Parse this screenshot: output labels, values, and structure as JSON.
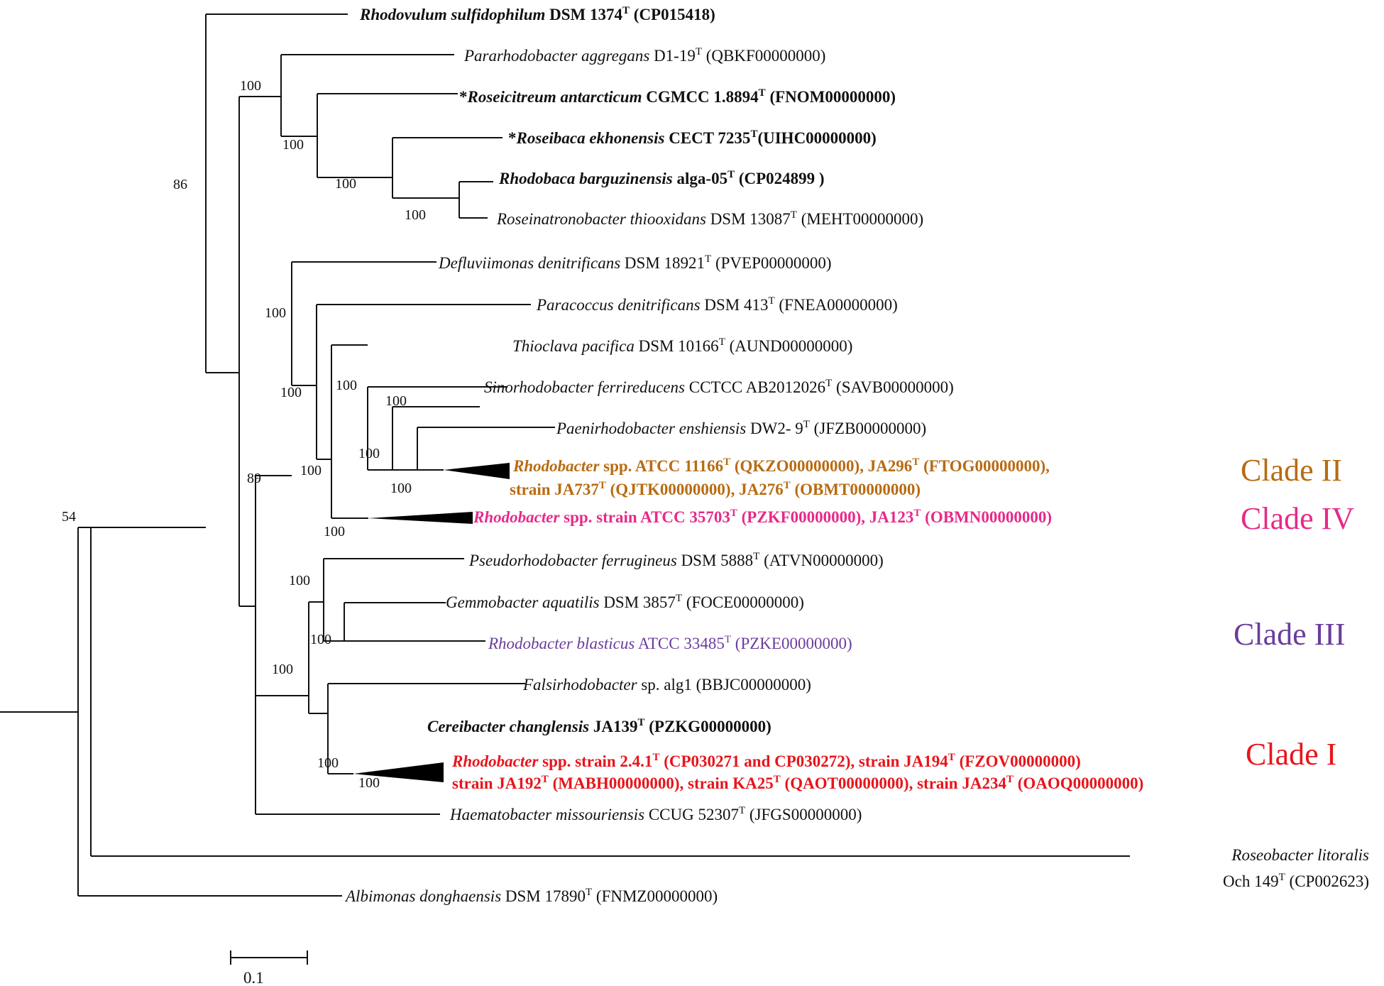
{
  "colors": {
    "line": "#111111",
    "text": "#111111",
    "clade_I": "#e8141b",
    "clade_II": "#b86b12",
    "clade_III": "#6a3c9c",
    "clade_IV": "#e62a8a"
  },
  "taxa": [
    {
      "id": "rsul",
      "parts": [
        {
          "t": "Rhodovulum sulfidophilum",
          "i": 1,
          "b": 1
        },
        {
          "t": " DSM  1374",
          "b": 1
        },
        {
          "t": "T",
          "sup": 1,
          "b": 1
        },
        {
          "t": "  (CP015418)",
          "b": 1
        }
      ]
    },
    {
      "id": "pagg",
      "parts": [
        {
          "t": "Pararhodobacter aggregans",
          "i": 1
        },
        {
          "t": " D1-19"
        },
        {
          "t": "T",
          "sup": 1
        },
        {
          "t": "  (QBKF00000000)"
        }
      ]
    },
    {
      "id": "rcit",
      "parts": [
        {
          "t": "*",
          "b": 1
        },
        {
          "t": "Roseicitreum antarcticum",
          "i": 1,
          "b": 1
        },
        {
          "t": " CGMCC  1.8894",
          "b": 1
        },
        {
          "t": "T",
          "sup": 1,
          "b": 1
        },
        {
          "t": " (FNOM00000000)",
          "b": 1
        }
      ]
    },
    {
      "id": "rekh",
      "parts": [
        {
          "t": "*",
          "b": 1
        },
        {
          "t": "Roseibaca ekhonensis",
          "i": 1,
          "b": 1
        },
        {
          "t": " CECT  7235",
          "b": 1
        },
        {
          "t": "T",
          "sup": 1,
          "b": 1
        },
        {
          "t": "(UIHC00000000)",
          "b": 1
        }
      ]
    },
    {
      "id": "rbar",
      "parts": [
        {
          "t": "Rhodobaca barguzinensis",
          "i": 1,
          "b": 1
        },
        {
          "t": " alga-05",
          "b": 1
        },
        {
          "t": "T",
          "sup": 1,
          "b": 1
        },
        {
          "t": "  (CP024899 )",
          "b": 1
        }
      ]
    },
    {
      "id": "rthi",
      "parts": [
        {
          "t": "Roseinatronobacter thiooxidans",
          "i": 1
        },
        {
          "t": " DSM 13087"
        },
        {
          "t": "T",
          "sup": 1
        },
        {
          "t": "  (MEHT00000000)"
        }
      ]
    },
    {
      "id": "dden",
      "parts": [
        {
          "t": "Defluviimonas denitrificans",
          "i": 1
        },
        {
          "t": " DSM  18921"
        },
        {
          "t": "T",
          "sup": 1
        },
        {
          "t": "  (PVEP00000000)"
        }
      ]
    },
    {
      "id": "pden",
      "parts": [
        {
          "t": "Paracoccus denitrificans",
          "i": 1
        },
        {
          "t": " DSM  413"
        },
        {
          "t": "T",
          "sup": 1
        },
        {
          "t": "  (FNEA00000000)"
        }
      ]
    },
    {
      "id": "tpac",
      "parts": [
        {
          "t": "Thioclava pacifica",
          "i": 1
        },
        {
          "t": " DSM  10166"
        },
        {
          "t": "T",
          "sup": 1
        },
        {
          "t": "  (AUND00000000)"
        }
      ]
    },
    {
      "id": "sfer",
      "parts": [
        {
          "t": "Sinorhodobacter ferrireducens",
          "i": 1
        },
        {
          "t": " CCTCC   AB2012026"
        },
        {
          "t": "T",
          "sup": 1
        },
        {
          "t": "  (SAVB00000000)"
        }
      ]
    },
    {
      "id": "pens",
      "parts": [
        {
          "t": "Paenirhodobacter enshiensis",
          "i": 1
        },
        {
          "t": " DW2- 9"
        },
        {
          "t": "T",
          "sup": 1
        },
        {
          "t": "  (JFZB00000000)"
        }
      ]
    },
    {
      "id": "c2a",
      "color": "clade_II",
      "parts": [
        {
          "t": "Rhodobacter",
          "i": 1,
          "b": 1
        },
        {
          "t": " spp.  ATCC  11166",
          "b": 1
        },
        {
          "t": "T",
          "sup": 1,
          "b": 1
        },
        {
          "t": " (QKZO00000000),  JA296",
          "b": 1
        },
        {
          "t": "T",
          "sup": 1,
          "b": 1
        },
        {
          "t": " (FTOG00000000),",
          "b": 1
        }
      ]
    },
    {
      "id": "c2b",
      "color": "clade_II",
      "parts": [
        {
          "t": "strain  JA737",
          "b": 1
        },
        {
          "t": "T",
          "sup": 1,
          "b": 1
        },
        {
          "t": " (QJTK00000000),  JA276",
          "b": 1
        },
        {
          "t": "T",
          "sup": 1,
          "b": 1
        },
        {
          "t": " (OBMT00000000)",
          "b": 1
        }
      ]
    },
    {
      "id": "c4",
      "color": "clade_IV",
      "parts": [
        {
          "t": "Rhodobacter",
          "i": 1,
          "b": 1
        },
        {
          "t": " spp.  strain  ATCC  35703",
          "b": 1
        },
        {
          "t": "T",
          "sup": 1,
          "b": 1
        },
        {
          "t": " (PZKF00000000),  JA123",
          "b": 1
        },
        {
          "t": "T",
          "sup": 1,
          "b": 1
        },
        {
          "t": " (OBMN00000000)",
          "b": 1
        }
      ]
    },
    {
      "id": "pfer",
      "parts": [
        {
          "t": "Pseudorhodobacter ferrugineus",
          "i": 1
        },
        {
          "t": " DSM  5888"
        },
        {
          "t": "T",
          "sup": 1
        },
        {
          "t": "  (ATVN00000000)"
        }
      ]
    },
    {
      "id": "gaqu",
      "parts": [
        {
          "t": "Gemmobacter  aquatilis",
          "i": 1
        },
        {
          "t": " DSM  3857"
        },
        {
          "t": "T",
          "sup": 1
        },
        {
          "t": "  (FOCE00000000)"
        }
      ]
    },
    {
      "id": "rbla",
      "color": "clade_III",
      "parts": [
        {
          "t": "Rhodobacter  blasticus",
          "i": 1
        },
        {
          "t": " ATCC  33485"
        },
        {
          "t": "T",
          "sup": 1
        },
        {
          "t": "  (PZKE00000000)"
        }
      ]
    },
    {
      "id": "fals",
      "parts": [
        {
          "t": "Falsirhodobacter",
          "i": 1
        },
        {
          "t": " sp. alg1  (BBJC00000000)"
        }
      ]
    },
    {
      "id": "ccha",
      "parts": [
        {
          "t": "Cereibacter changlensis",
          "i": 1,
          "b": 1
        },
        {
          "t": "  JA139",
          "b": 1
        },
        {
          "t": "T",
          "sup": 1,
          "b": 1
        },
        {
          "t": " (PZKG00000000)",
          "b": 1
        }
      ]
    },
    {
      "id": "c1a",
      "color": "clade_I",
      "parts": [
        {
          "t": "Rhodobacter",
          "i": 1,
          "b": 1
        },
        {
          "t": " spp.  strain  2.4.1",
          "b": 1
        },
        {
          "t": "T",
          "sup": 1,
          "b": 1
        },
        {
          "t": " (CP030271  and  CP030272),  strain  JA194",
          "b": 1
        },
        {
          "t": "T",
          "sup": 1,
          "b": 1
        },
        {
          "t": " (FZOV00000000)",
          "b": 1
        }
      ]
    },
    {
      "id": "c1b",
      "color": "clade_I",
      "parts": [
        {
          "t": "strain  JA192",
          "b": 1
        },
        {
          "t": "T",
          "sup": 1,
          "b": 1
        },
        {
          "t": " (MABH00000000),  strain KA25",
          "b": 1
        },
        {
          "t": "T",
          "sup": 1,
          "b": 1
        },
        {
          "t": " (QAOT00000000),  strain  JA234",
          "b": 1
        },
        {
          "t": "T",
          "sup": 1,
          "b": 1
        },
        {
          "t": " (OAOQ00000000)",
          "b": 1
        }
      ]
    },
    {
      "id": "hmis",
      "parts": [
        {
          "t": "Haematobacter missouriensis",
          "i": 1
        },
        {
          "t": " CCUG   52307"
        },
        {
          "t": "T",
          "sup": 1
        },
        {
          "t": "  (JFGS00000000)"
        }
      ]
    },
    {
      "id": "rlit1",
      "parts": [
        {
          "t": "Roseobacter litoralis",
          "i": 1
        }
      ]
    },
    {
      "id": "rlit2",
      "parts": [
        {
          "t": "Och 149"
        },
        {
          "t": "T",
          "sup": 1
        },
        {
          "t": "  (CP002623)"
        }
      ]
    },
    {
      "id": "adon",
      "parts": [
        {
          "t": "Albimonas donghaensis",
          "i": 1
        },
        {
          "t": " DSM  17890"
        },
        {
          "t": "T",
          "sup": 1
        },
        {
          "t": "   (FNMZ00000000)"
        }
      ]
    }
  ],
  "bootstrap": [
    {
      "id": "b86",
      "value": "86"
    },
    {
      "id": "b100a",
      "value": "100"
    },
    {
      "id": "b100b",
      "value": "100"
    },
    {
      "id": "b100c",
      "value": "100"
    },
    {
      "id": "b100d",
      "value": "100"
    },
    {
      "id": "b100e",
      "value": "100"
    },
    {
      "id": "b100f",
      "value": "100"
    },
    {
      "id": "b100g",
      "value": "100"
    },
    {
      "id": "b100h",
      "value": "100"
    },
    {
      "id": "b100i",
      "value": "100"
    },
    {
      "id": "b100j",
      "value": "100"
    },
    {
      "id": "b100k",
      "value": "100"
    },
    {
      "id": "b100l",
      "value": "100"
    },
    {
      "id": "b89",
      "value": "89"
    },
    {
      "id": "b100m",
      "value": "100"
    },
    {
      "id": "b100n",
      "value": "100"
    },
    {
      "id": "b100o",
      "value": "100"
    },
    {
      "id": "b100p",
      "value": "100"
    },
    {
      "id": "b100q",
      "value": "100"
    },
    {
      "id": "b54",
      "value": "54"
    }
  ],
  "clades": [
    {
      "id": "cl2",
      "label": "Clade II",
      "color": "clade_II"
    },
    {
      "id": "cl4",
      "label": "Clade IV",
      "color": "clade_IV"
    },
    {
      "id": "cl3",
      "label": "Clade III",
      "color": "clade_III"
    },
    {
      "id": "cl1",
      "label": "Clade I",
      "color": "clade_I"
    }
  ],
  "scale": {
    "label": "0.1"
  }
}
